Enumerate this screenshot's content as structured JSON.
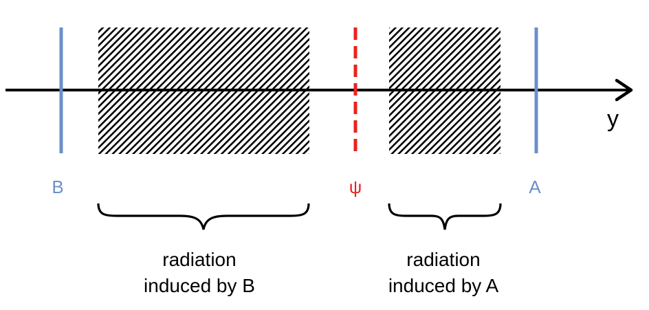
{
  "axis": {
    "label": "y",
    "color": "#000000"
  },
  "markers": {
    "b": {
      "label": "B",
      "color": "#6b8fca",
      "style": "solid"
    },
    "psi": {
      "label": "ψ",
      "color": "#e8231f",
      "style": "dashed"
    },
    "a": {
      "label": "A",
      "color": "#6b8fca",
      "style": "solid"
    }
  },
  "regions": {
    "left": {
      "fill": "hatched",
      "caption_line1": "radiation",
      "caption_line2": "induced by B"
    },
    "right": {
      "fill": "hatched",
      "caption_line1": "radiation",
      "caption_line2": "induced by A"
    }
  }
}
